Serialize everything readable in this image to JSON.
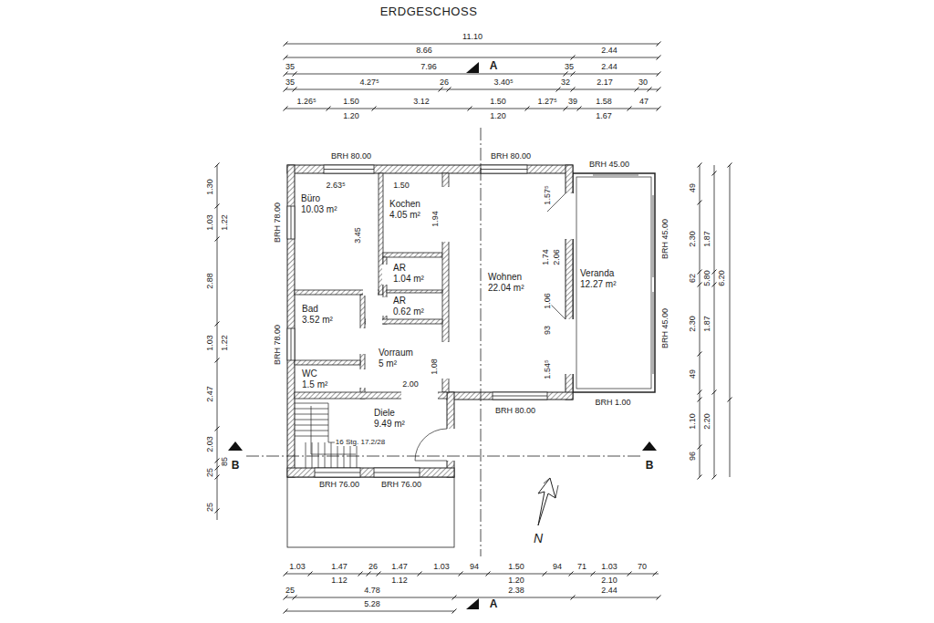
{
  "diagram": {
    "title": "ERDGESCHOSS",
    "nodes": [
      {
        "text": [
          "Büro",
          "10.03 m²"
        ]
      },
      {
        "text": [
          "Kochen",
          "4.05 m²"
        ]
      },
      {
        "text": [
          "AR",
          "1.04 m²"
        ]
      },
      {
        "text": [
          "Wohnen",
          "22.04 m²"
        ]
      },
      {
        "text": [
          "Veranda",
          "12.27 m²"
        ]
      },
      {
        "text": [
          "Bad",
          "3.52 m²"
        ]
      },
      {
        "text": [
          "AR",
          "0.62 m²"
        ]
      },
      {
        "text": [
          "Vorraum",
          "5 m²"
        ]
      },
      {
        "text": [
          "WC",
          "1.5 m²"
        ]
      },
      {
        "text": [
          "Diele",
          "9.49 m²"
        ]
      }
    ],
    "labels": [
      "11.10",
      "8.66",
      "2.44",
      "35",
      "7.96",
      "35",
      "2.44",
      "35",
      "4.27⁵",
      "26",
      "3.40⁵",
      "32",
      "2.17",
      "30",
      "1.26⁵",
      "1.50",
      "3.12",
      "1.50",
      "1.27⁵",
      "39",
      "1.58",
      "47",
      "1.20",
      "1.20",
      "1.67",
      "A",
      "A",
      "B",
      "B",
      "N",
      "BRH 80.00",
      "BRH 80.00",
      "BRH 45.00",
      "BRH 45.00",
      "BRH 45.00",
      "BRH 1.00",
      "BRH 80.00",
      "BRH 78.00",
      "BRH 78.00",
      "BRH 76.00",
      "BRH 76.00",
      "2.63⁵",
      "1.50",
      "3.45",
      "1.94",
      "1.57⁵",
      "1.74",
      "2.06",
      "1.06",
      "93",
      "1.54⁵",
      "1.08",
      "2.00",
      "16 Stg. 17.2/28",
      "1.30",
      "1.03",
      "1.22",
      "2.88",
      "1.03",
      "1.22",
      "2.47",
      "2.03",
      "85",
      "25",
      "25",
      "49",
      "2.30",
      "1.87",
      "62",
      "5.80",
      "6.20",
      "2.30",
      "1.87",
      "49",
      "1.10",
      "2.20",
      "96",
      "1.03",
      "1.47",
      "26",
      "1.47",
      "1.03",
      "94",
      "1.50",
      "94",
      "71",
      "1.03",
      "70",
      "1.12",
      "1.12",
      "1.20",
      "2.10",
      "25",
      "4.78",
      "2.38",
      "2.44",
      "5.28"
    ]
  }
}
